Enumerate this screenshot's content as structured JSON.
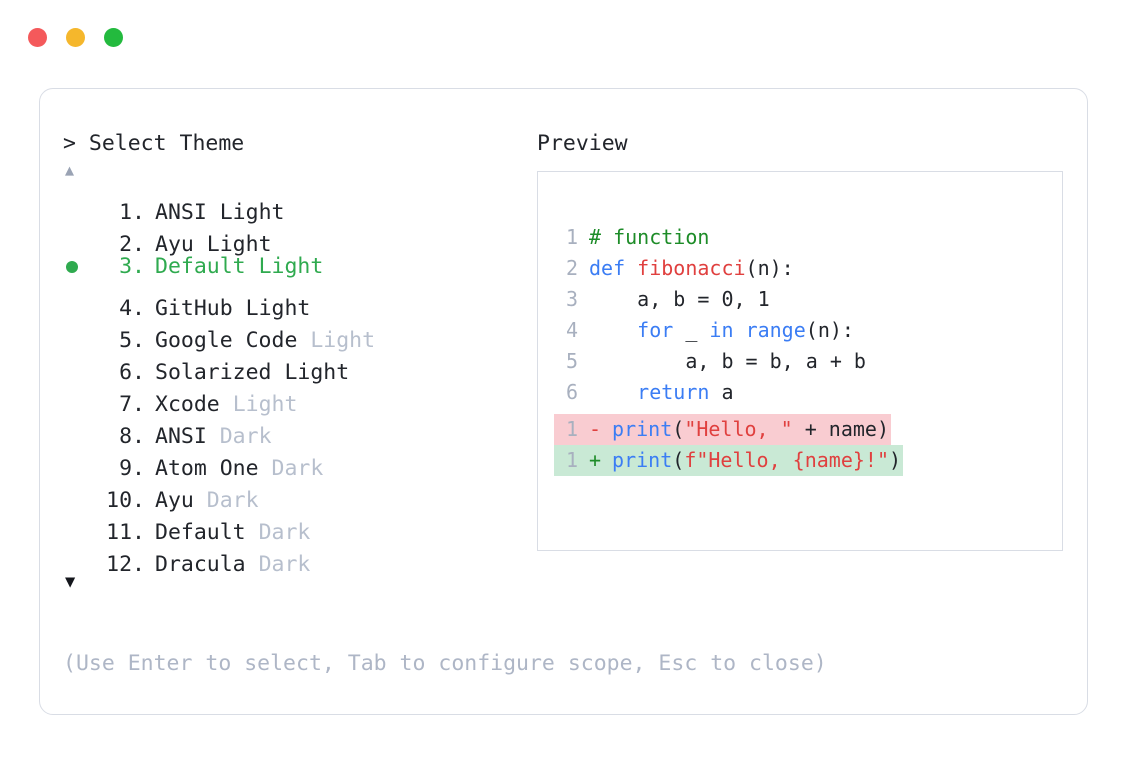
{
  "window": {
    "traffic_lights": [
      {
        "name": "close-button",
        "color": "#f4595b"
      },
      {
        "name": "minimize-button",
        "color": "#f5b72c"
      },
      {
        "name": "maximize-button",
        "color": "#23ba3e"
      }
    ]
  },
  "selector": {
    "prompt_caret": ">",
    "prompt_label": "Select Theme",
    "scroll_up_indicator": "▲",
    "scroll_down_indicator": "▼",
    "selected_index": 3,
    "selected_color": "#2faa4f",
    "items": [
      {
        "index": "1.",
        "name": "ANSI",
        "variant": "Light",
        "variant_muted": false,
        "selected": false
      },
      {
        "index": "2.",
        "name": "Ayu",
        "variant": "Light",
        "variant_muted": false,
        "selected": false
      },
      {
        "index": "3.",
        "name": "Default",
        "variant": "Light",
        "variant_muted": false,
        "selected": true
      },
      {
        "index": "4.",
        "name": "GitHub",
        "variant": "Light",
        "variant_muted": false,
        "selected": false
      },
      {
        "index": "5.",
        "name": "Google Code",
        "variant": "Light",
        "variant_muted": true,
        "selected": false
      },
      {
        "index": "6.",
        "name": "Solarized",
        "variant": "Light",
        "variant_muted": false,
        "selected": false
      },
      {
        "index": "7.",
        "name": "Xcode",
        "variant": "Light",
        "variant_muted": true,
        "selected": false
      },
      {
        "index": "8.",
        "name": "ANSI",
        "variant": "Dark",
        "variant_muted": true,
        "selected": false
      },
      {
        "index": "9.",
        "name": "Atom One",
        "variant": "Dark",
        "variant_muted": true,
        "selected": false
      },
      {
        "index": "10.",
        "name": "Ayu",
        "variant": "Dark",
        "variant_muted": true,
        "selected": false
      },
      {
        "index": "11.",
        "name": "Default",
        "variant": "Dark",
        "variant_muted": true,
        "selected": false
      },
      {
        "index": "12.",
        "name": "Dracula",
        "variant": "Dark",
        "variant_muted": true,
        "selected": false
      }
    ],
    "hint": "(Use Enter to select, Tab to configure scope, Esc to close)"
  },
  "preview": {
    "title": "Preview",
    "code_lines": [
      {
        "number": "1",
        "tokens": [
          {
            "text": "# function",
            "type": "comment"
          }
        ]
      },
      {
        "number": "2",
        "tokens": [
          {
            "text": "def ",
            "type": "kw"
          },
          {
            "text": "fibonacci",
            "type": "fn"
          },
          {
            "text": "(n):",
            "type": "plain"
          }
        ]
      },
      {
        "number": "3",
        "tokens": [
          {
            "text": "    a, b = 0, 1",
            "type": "plain"
          }
        ]
      },
      {
        "number": "4",
        "tokens": [
          {
            "text": "    ",
            "type": "plain"
          },
          {
            "text": "for",
            "type": "kw"
          },
          {
            "text": " _ ",
            "type": "plain"
          },
          {
            "text": "in",
            "type": "kw"
          },
          {
            "text": " ",
            "type": "plain"
          },
          {
            "text": "range",
            "type": "builtin"
          },
          {
            "text": "(n):",
            "type": "plain"
          }
        ]
      },
      {
        "number": "5",
        "tokens": [
          {
            "text": "        a, b = b, a + b",
            "type": "plain"
          }
        ]
      },
      {
        "number": "6",
        "tokens": [
          {
            "text": "    ",
            "type": "plain"
          },
          {
            "text": "return",
            "type": "kw"
          },
          {
            "text": " a",
            "type": "plain"
          }
        ]
      }
    ],
    "diff_lines": [
      {
        "number": "1",
        "sign": "-",
        "kind": "removed",
        "background": "#f9ccd1",
        "tokens": [
          {
            "text": "print",
            "type": "builtin"
          },
          {
            "text": "(",
            "type": "plain"
          },
          {
            "text": "\"Hello, \"",
            "type": "str"
          },
          {
            "text": " + name)",
            "type": "plain"
          }
        ]
      },
      {
        "number": "1",
        "sign": "+",
        "kind": "added",
        "background": "#c9e9d5",
        "tokens": [
          {
            "text": "print",
            "type": "builtin"
          },
          {
            "text": "(",
            "type": "plain"
          },
          {
            "text": "f\"Hello, {name}!\"",
            "type": "str"
          },
          {
            "text": ")",
            "type": "plain"
          }
        ]
      }
    ]
  }
}
